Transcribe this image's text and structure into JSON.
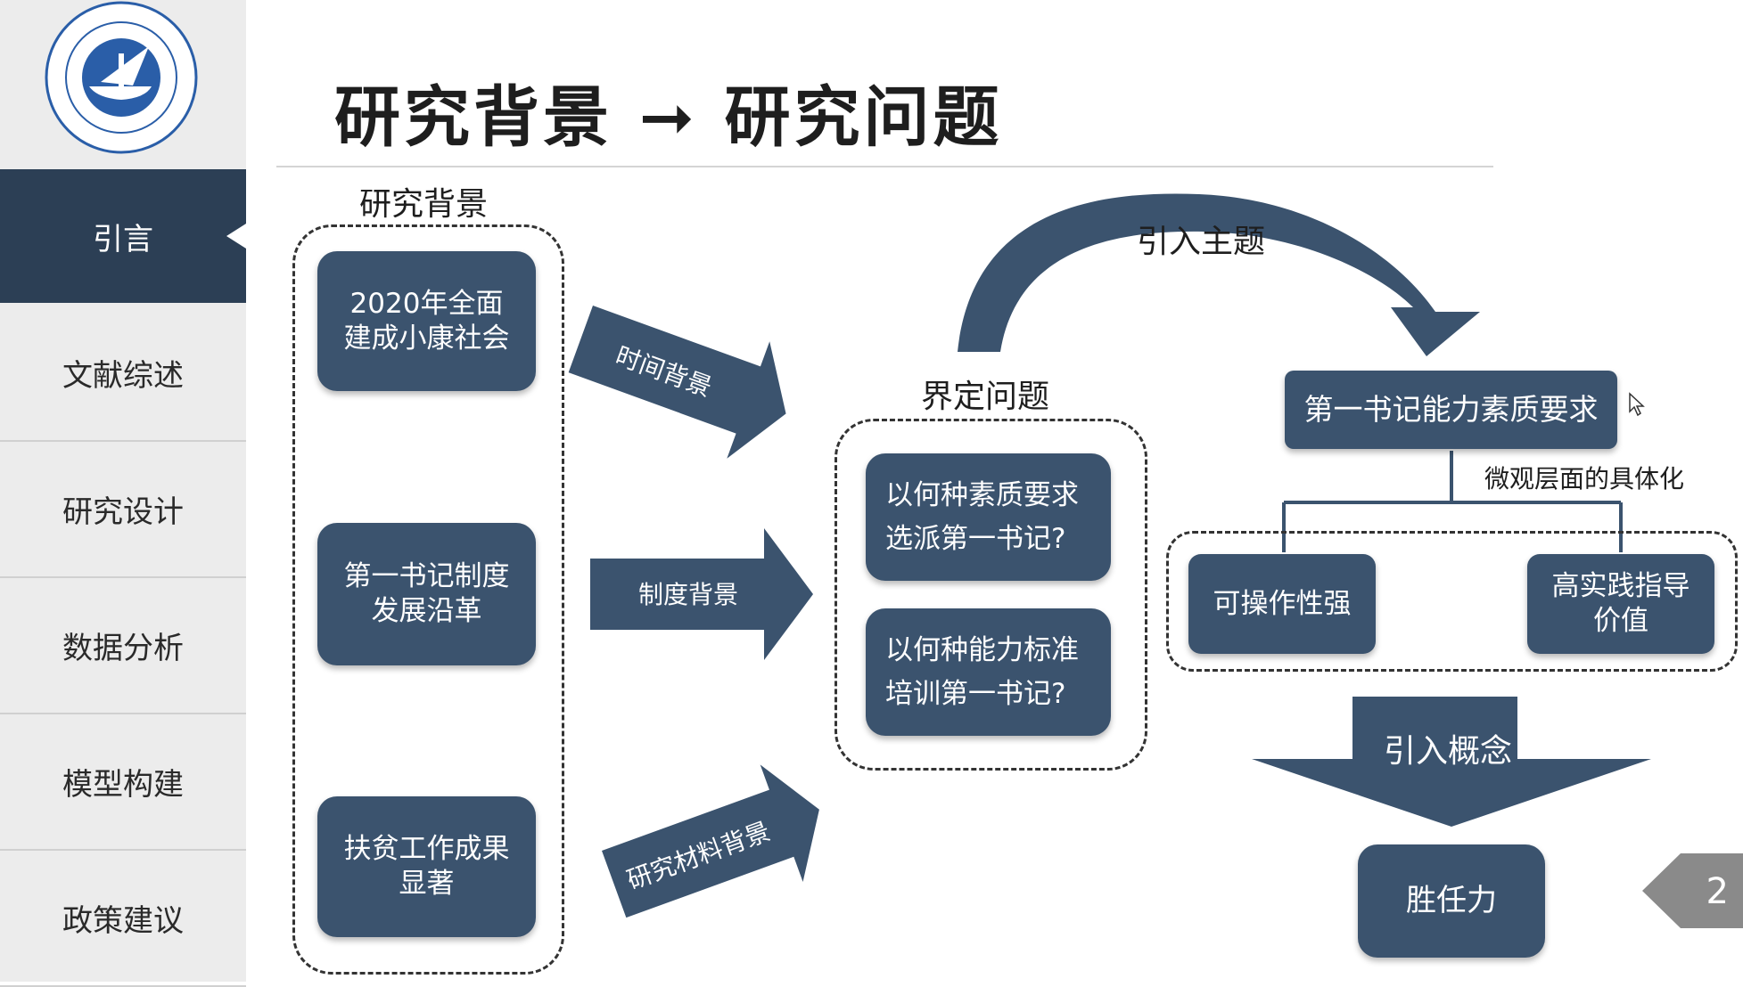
{
  "sidebar": {
    "items": [
      {
        "label": "引言",
        "active": true
      },
      {
        "label": "文献综述"
      },
      {
        "label": "研究设计"
      },
      {
        "label": "数据分析"
      },
      {
        "label": "模型构建"
      },
      {
        "label": "政策建议"
      }
    ]
  },
  "title": "研究背景 ➞ 研究问题",
  "background": {
    "heading": "研究背景",
    "items": [
      "2020年全面\n建成小康社会",
      "第一书记制度\n发展沿革",
      "扶贫工作成果\n显著"
    ]
  },
  "arrows": {
    "time": "时间背景",
    "system": "制度背景",
    "material": "研究材料背景",
    "intro_topic": "引入主题",
    "intro_concept": "引入概念"
  },
  "define": {
    "heading": "界定问题",
    "items": [
      "以何种素质要求\n选派第一书记?",
      "以何种能力标准\n培训第一书记?"
    ]
  },
  "requirement": {
    "label": "第一书记能力素质要求",
    "branch_label": "微观层面的具体化",
    "children": [
      "可操作性强",
      "高实践指导\n价值"
    ]
  },
  "concept": "胜任力",
  "page_number": "2",
  "colors": {
    "sidebar_active": "#2c3f55",
    "box": "#3b536e",
    "arrow": "#3b536e"
  }
}
